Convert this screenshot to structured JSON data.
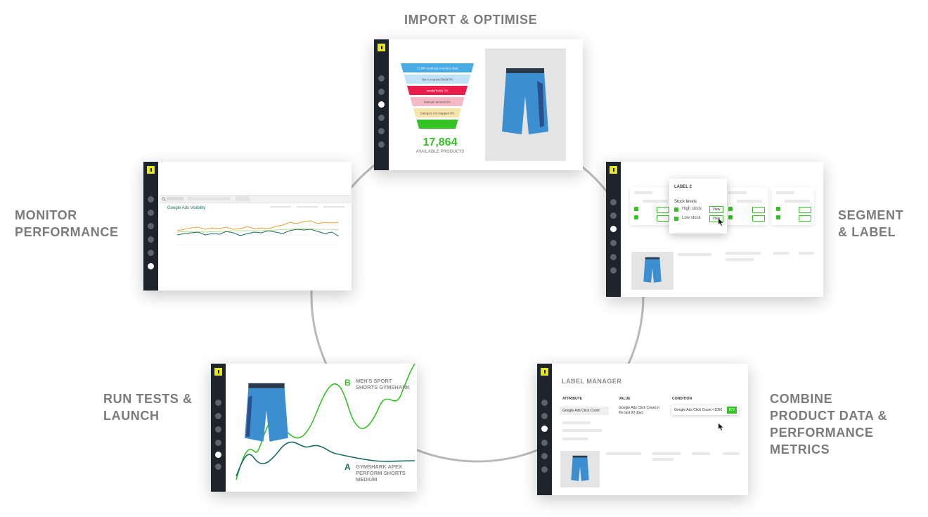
{
  "stages": {
    "import": "IMPORT & OPTIMISE",
    "segment": [
      "SEGMENT",
      "& LABEL"
    ],
    "combine": [
      "COMBINE",
      "PRODUCT DATA &",
      "PERFORMANCE",
      "METRICS"
    ],
    "run": [
      "RUN TESTS &",
      "LAUNCH"
    ],
    "monitor": [
      "MONITOR",
      "PERFORMANCE"
    ]
  },
  "import_card": {
    "funnel": [
      {
        "label": "17,864 products in source data",
        "color": "#49abe4"
      },
      {
        "label": "Not in required field 0%",
        "color": "#bfe2f7"
      },
      {
        "label": "Invalid fields 0%",
        "color": "#ea1c4a"
      },
      {
        "label": "Manual removal 0%",
        "color": "#f6b9c6"
      },
      {
        "label": "Category not mapped 0%",
        "color": "#f8e3a8"
      },
      {
        "label": "",
        "color": "#34c224"
      }
    ],
    "total": "17,864",
    "total_label": "AVAILABLE PRODUCTS"
  },
  "segment_card": {
    "popup_title": "LABEL 2",
    "popup_subtitle": "Stock levels",
    "options": [
      "High stock",
      "Low stock"
    ],
    "view_label": "View"
  },
  "combine_card": {
    "title": "LABEL MANAGER",
    "headers": [
      "ATTRIBUTE",
      "VALUE",
      "CONDITION"
    ],
    "attribute": "Google Ads Click Count",
    "value": "Google Ads Click Count in the last 90 days",
    "condition": "Google Ads Click Count <1000",
    "condition_value": "872"
  },
  "run_card": {
    "b_letter": "B",
    "b_label": [
      "MEN'S SPORT",
      "SHORTS GYMSHARK"
    ],
    "a_letter": "A",
    "a_label": [
      "GYMSHARK APEX",
      "PERFORM SHORTS",
      "MEDIUM"
    ]
  },
  "monitor_card": {
    "chart_title": "Google Ads Visibility"
  },
  "colors": {
    "rail": "#1e242b",
    "accent_yellow": "#e6e619",
    "green": "#34c224",
    "teal": "#1a6b62",
    "orange": "#e8a33a",
    "short_blue": "#3b8fd0"
  }
}
